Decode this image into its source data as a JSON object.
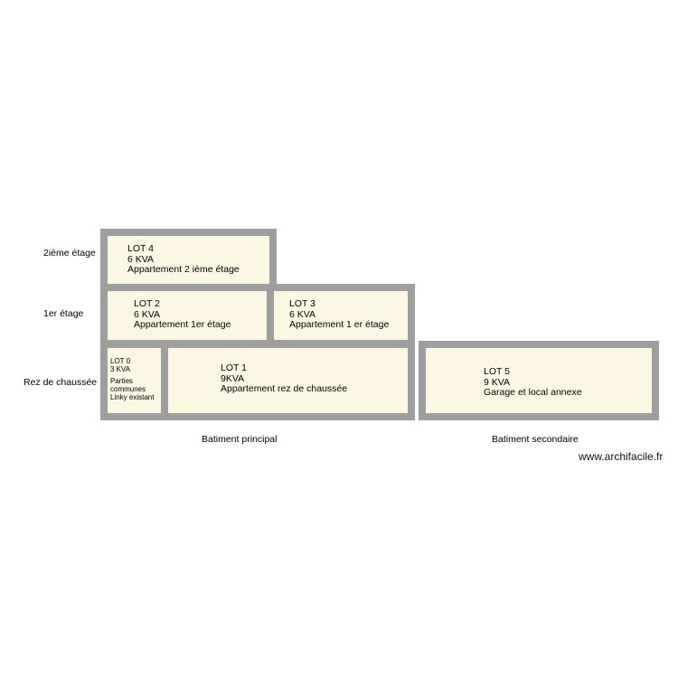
{
  "floors": {
    "second": "2ième étage",
    "first": "1er étage",
    "ground": "Rez de chaussée"
  },
  "lots": {
    "lot4": {
      "name": "LOT 4",
      "power": "6 KVA",
      "desc": "Appartement 2 ième étage"
    },
    "lot2": {
      "name": "LOT 2",
      "power": "6 KVA",
      "desc": "Appartement 1er étage"
    },
    "lot3": {
      "name": "LOT 3",
      "power": "6 KVA",
      "desc": "Appartement 1 er étage"
    },
    "lot0": {
      "name": "LOT 0",
      "power": "3 KVA",
      "desc1": "Parties",
      "desc2": "communes",
      "desc3": "Linky existant"
    },
    "lot1": {
      "name": "LOT 1",
      "power": "9KVA",
      "desc": "Appartement rez de chaussée"
    },
    "lot5": {
      "name": "LOT 5",
      "power": "9 KVA",
      "desc": "Garage et local annexe"
    }
  },
  "buildings": {
    "main": "Batiment principal",
    "secondary": "Batiment secondaire"
  },
  "watermark": "www.archifacile.fr",
  "colors": {
    "wall": "#9e9e9e",
    "room_fill": "#fcf7e3"
  }
}
